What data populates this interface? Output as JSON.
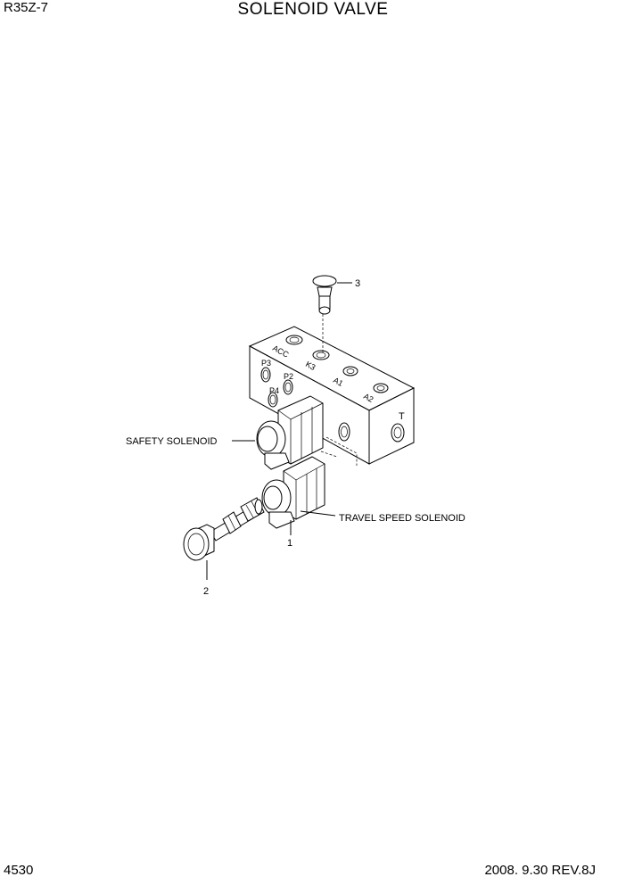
{
  "header": {
    "model": "R35Z-7",
    "title": "SOLENOID VALVE"
  },
  "footer": {
    "page_number": "4530",
    "revision": "2008. 9.30 REV.8J"
  },
  "callouts": {
    "safety_solenoid": "SAFETY SOLENOID",
    "travel_speed_solenoid": "TRAVEL SPEED SOLENOID",
    "item_1": "1",
    "item_2": "2",
    "item_3": "3"
  },
  "port_labels": {
    "acc": "ACC",
    "k3": "K3",
    "a1": "A1",
    "a2": "A2",
    "p3": "P3",
    "p2": "P2",
    "p4": "P4",
    "t": "T"
  }
}
